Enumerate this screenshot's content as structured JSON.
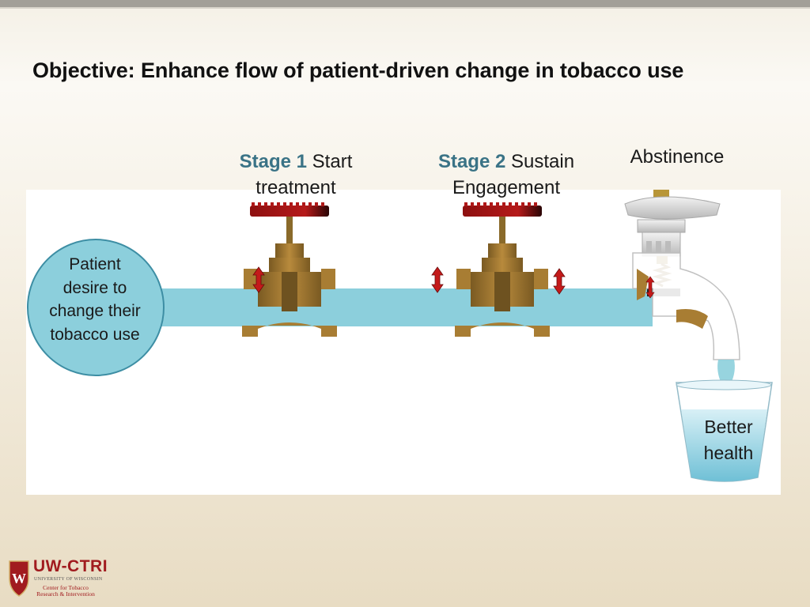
{
  "slide": {
    "title": "Objective: Enhance flow of patient-driven change in tobacco use"
  },
  "stages": [
    {
      "highlight": "Stage 1",
      "text_line1": "Start",
      "text_line2": "treatment"
    },
    {
      "highlight": "Stage 2",
      "text_line1": "Sustain",
      "text_line2": "Engagement"
    }
  ],
  "abstinence": "Abstinence",
  "source": {
    "line1": "Patient",
    "line2": "desire to",
    "line3": "change their",
    "line4": "tobacco use"
  },
  "outcome": {
    "line1": "Better",
    "line2": "health"
  },
  "logo": {
    "name": "UW-CTRI",
    "university": "UNIVERSITY OF WISCONSIN",
    "center_line1": "Center for Tobacco",
    "center_line2": "Research & Intervention"
  },
  "colors": {
    "pipe": "#8ccfdc",
    "valve_body": "#a87d33",
    "handwheel": "#b01818",
    "stage_highlight": "#3a7386",
    "arrow": "#c41a1a",
    "logo_red": "#a11b1f"
  }
}
